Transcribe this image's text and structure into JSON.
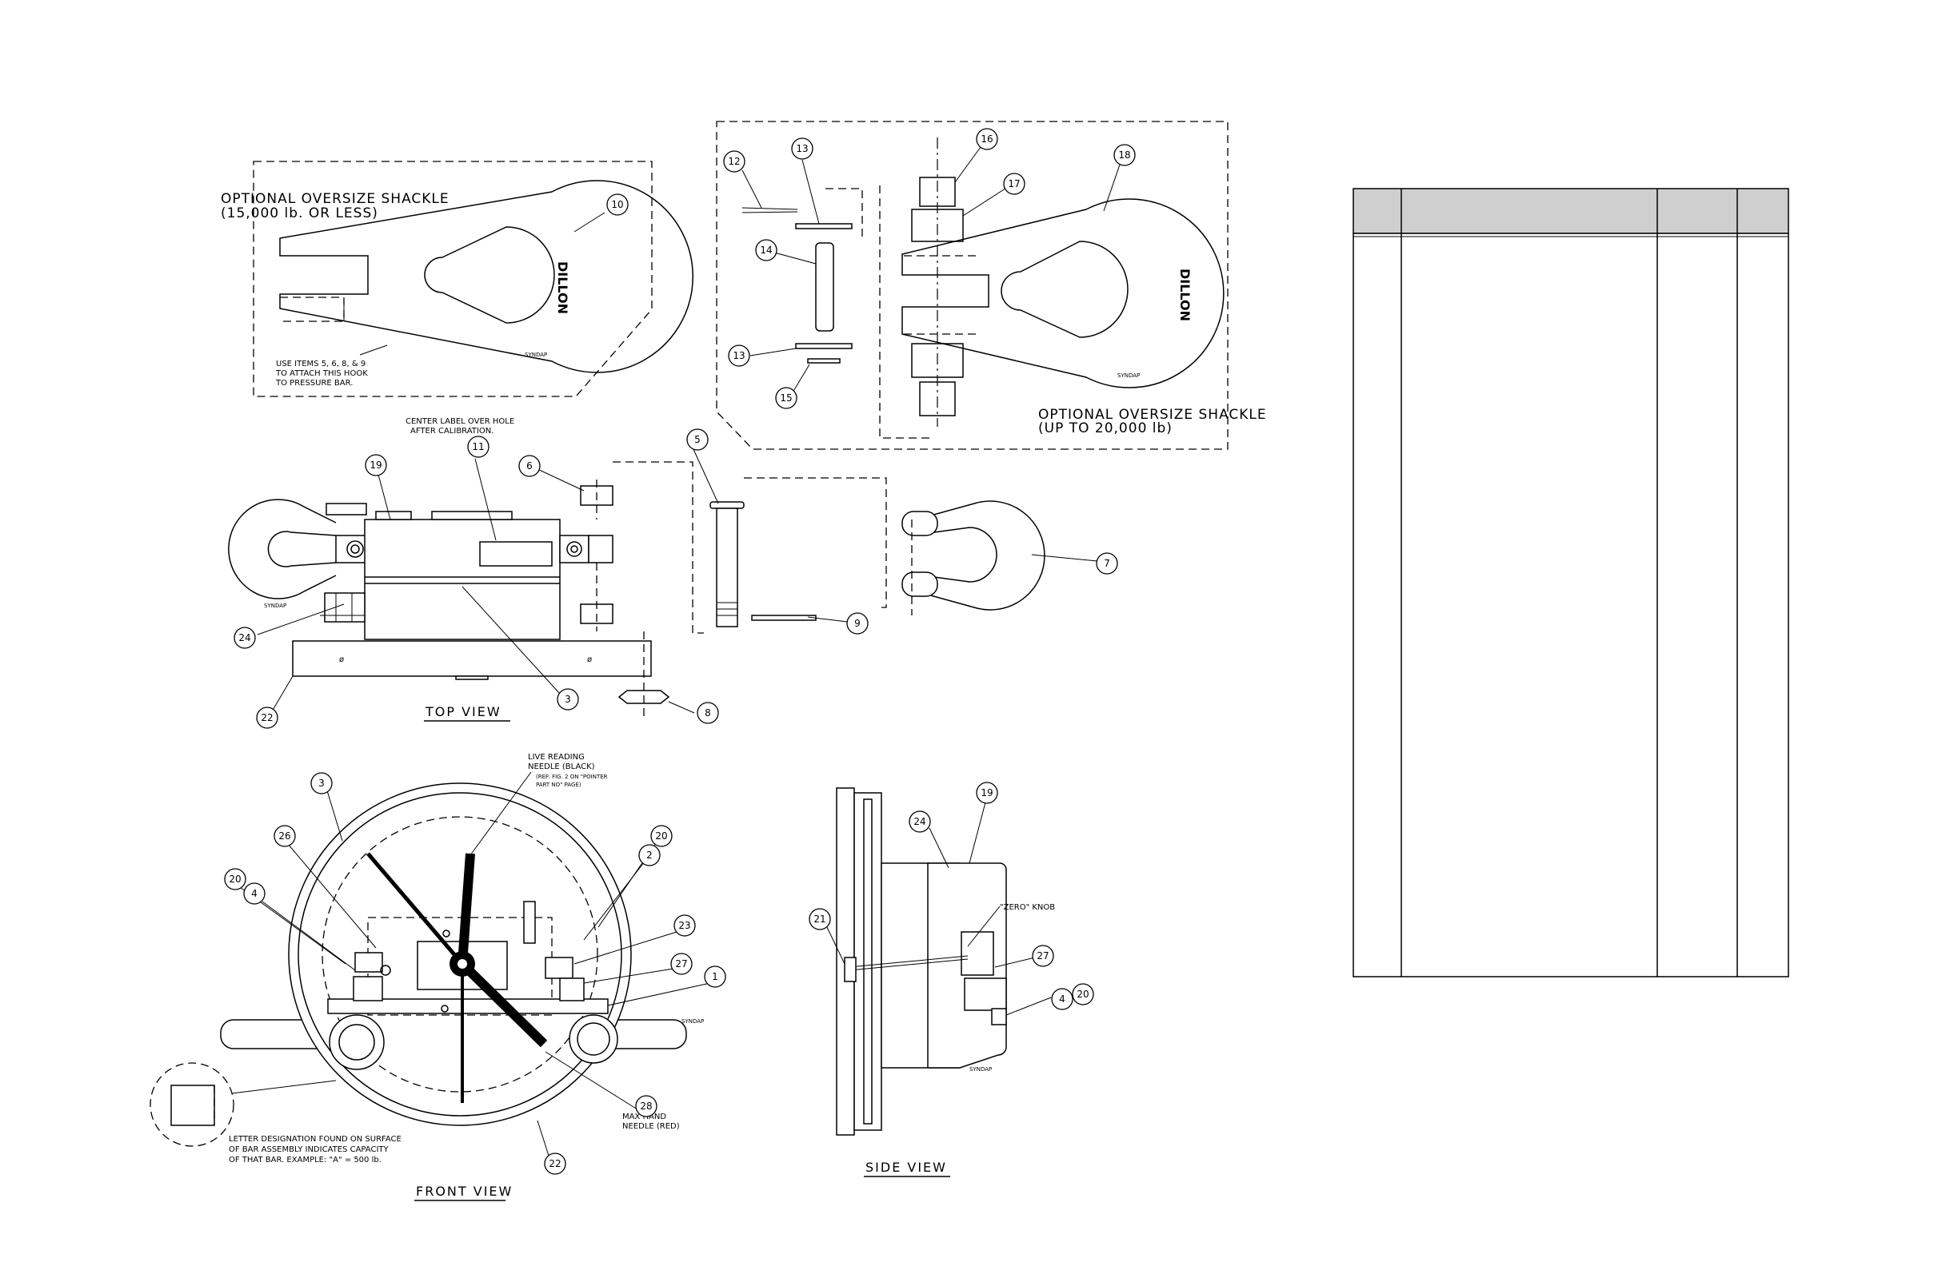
{
  "views": {
    "top_view": "TOP VIEW",
    "front_view": "FRONT VIEW",
    "side_view": "SIDE VIEW"
  },
  "notes": {
    "shackle_15k_line1": "OPTIONAL OVERSIZE SHACKLE",
    "shackle_15k_line2": "(15,000 lb. OR LESS)",
    "use_items_line1": "USE ITEMS 5, 6, 8, & 9",
    "use_items_line2": "TO ATTACH THIS HOOK",
    "use_items_line3": "TO PRESSURE BAR.",
    "shackle_20k_line1": "OPTIONAL OVERSIZE SHACKLE",
    "shackle_20k_line2": "(UP TO 20,000 lb)",
    "center_label_line1": "CENTER LABEL OVER HOLE",
    "center_label_line2": "AFTER CALIBRATION.",
    "live_needle_line1": "LIVE READING",
    "live_needle_line2": "NEEDLE (BLACK)",
    "live_needle_line3": "(REF: FIG. 2 ON \"POINTER",
    "live_needle_line4": "PART NO\" PAGE)",
    "zero_knob": "\"ZERO\" KNOB",
    "max_hand_line1": "MAX HAND",
    "max_hand_line2": "NEEDLE (RED)",
    "letter_line1": "LETTER DESIGNATION FOUND ON SURFACE",
    "letter_line2": "OF BAR ASSEMBLY INDICATES CAPACITY",
    "letter_line3": "OF THAT BAR. EXAMPLE: \"A\" = 500 lb.",
    "brand_1": "DILLON",
    "brand_2": "DILLON",
    "stamp_1": "SYNDAP",
    "stamp_2": "SYNDAP",
    "stamp_3": "SYNDAP",
    "stamp_4": "SYNDAP",
    "stamp_5": "SYNDAP",
    "mark_a": "ø",
    "mark_b": "ø"
  },
  "balloons": {
    "b1": "1",
    "b2": "2",
    "b3a": "3",
    "b3b": "3",
    "b4a": "4",
    "b4b": "4",
    "b5": "5",
    "b6": "6",
    "b7": "7",
    "b8": "8",
    "b9": "9",
    "b10": "10",
    "b11": "11",
    "b12": "12",
    "b13a": "13",
    "b13b": "13",
    "b14": "14",
    "b15": "15",
    "b16": "16",
    "b17": "17",
    "b18": "18",
    "b19a": "19",
    "b19b": "19",
    "b20a": "20",
    "b20b": "20",
    "b20c": "20",
    "b21": "21",
    "b22a": "22",
    "b22b": "22",
    "b23": "23",
    "b24a": "24",
    "b24b": "24",
    "b26": "26",
    "b27a": "27",
    "b27b": "27",
    "b28": "28"
  },
  "parts_table": {
    "columns": [
      "",
      "",
      "",
      ""
    ],
    "rows": []
  }
}
